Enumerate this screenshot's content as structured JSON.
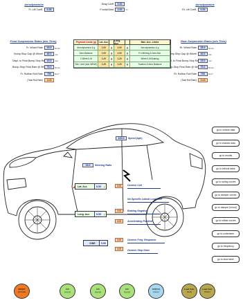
{
  "top": {
    "left": {
      "header": "Aerodynamics",
      "label": "Fr. Lift Coeff.",
      "value": "0.00"
    },
    "center": [
      {
        "label": "Drag Coeff",
        "value": "0.00"
      },
      {
        "label": "Frontal Area",
        "value": "2.00",
        "unit": "m²"
      }
    ],
    "right": {
      "header": "Aerodynamics",
      "label": "Rr. Lift Coeff.",
      "value": "0.00"
    }
  },
  "front_suspension": {
    "header": "Front Suspension Rates (w/o Tires)",
    "rows": [
      {
        "label": "Fr. Wheel Rate",
        "value": "25.0",
        "unit": "N/mm"
      },
      {
        "label": "Bump-Stop Gap @ Wheel",
        "value": "40.0",
        "unit": "mm"
      },
      {
        "label": "Displ. to Final Bump-Stop Rate",
        "value": "15.0",
        "unit": "mm"
      },
      {
        "label": "Bump-Stop Final Rate @ Wheel",
        "value": "75.0",
        "unit": "N/mm"
      },
      {
        "label": "Fr. Rollbar Roll Rate",
        "value": "700",
        "unit": "Nm/°"
      }
    ],
    "tire_label": "(Total Roll Rate)",
    "tire_value": "1140"
  },
  "rear_suspension": {
    "header": "Rear Suspension Rates (w/o Tires)",
    "rows": [
      {
        "label": "Rr. Wheel Rate",
        "value": "25.0",
        "unit": "N/mm"
      },
      {
        "label": "Bump-Stop Gap @ Wheel",
        "value": "40.0",
        "unit": "mm"
      },
      {
        "label": "Displ. to Final Bump-Stop Rate",
        "value": "15.0",
        "unit": "mm"
      },
      {
        "label": "Bump-Stop Final Rate @ Wheel",
        "value": "75.0",
        "unit": "N/mm"
      },
      {
        "label": "Rr. Rollbar Roll Rate",
        "value": "700",
        "unit": "Nm/°"
      }
    ],
    "tire_label": "(Total Roll Rate)",
    "tire_value": "1140"
  },
  "center_table": {
    "headers": [
      "Physical Limits (g)",
      "Lat. Acc",
      "",
      "Long. Acc",
      "",
      "Max. Acc. Limits"
    ],
    "rows": [
      {
        "name": "Aerodynamics & g",
        "lat": "1.00",
        "lat_ref": "g",
        "long": "1.00",
        "long_ref": "g",
        "desc": "Aerodynamics & g"
      },
      {
        "name": "Aero Balance",
        "lat": "1.00",
        "lat_ref": "g",
        "long": "1.00",
        "long_ref": "g",
        "desc": "Fr Lift/Drag & Aero Bal."
      },
      {
        "name": "2 Wheel Lift",
        "lat": "1.20",
        "lat_ref": "g",
        "long": "1.20",
        "long_ref": "g",
        "desc": "Wheel Lift Braking"
      },
      {
        "name": "Bot. Limit (due dW/W)",
        "lat": "1.20",
        "lat_ref": "g",
        "long": "1.20",
        "long_ref": "g",
        "desc": "Traction & Aero Balance"
      }
    ]
  },
  "car": {
    "speed": {
      "value": "100.0",
      "label": "Speed (kph)"
    },
    "steering": {
      "value": "15.0",
      "label": "Steering Ratio"
    },
    "lat_acc": {
      "label": "Lat. Acc",
      "value": "0.00",
      "unit": "g"
    },
    "long_acc": {
      "label": "Long. Acc",
      "value": "0.00",
      "unit": "g"
    },
    "sine": {
      "label": "SINE",
      "value": "0.00"
    },
    "lat_side_value": "0.00",
    "long_side_values": [
      "0.00",
      "0.00"
    ],
    "sine_side_values": [
      "0.00",
      "0.00"
    ],
    "descriptions": [
      "Generic Cell",
      "No Specific Lateral Loadcase",
      "Braking Negative",
      "Accelerating Positive",
      "Generic Freq. Response",
      "Generic Step Steer"
    ]
  },
  "side_buttons": [
    "go to vehicle data",
    "go to chassis data",
    "go to results",
    "go to vehicle table",
    "go to spring curves",
    "go to damper curves",
    "go to damper (in/out)",
    "go to rollbar curves",
    "go to understeer",
    "go to frequency",
    "go to slow steer"
  ],
  "bottom_buttons": [
    {
      "line1": "RESET",
      "line2": "(all data)",
      "color": "#f07a24"
    },
    {
      "line1": "GO",
      "line2": "(g-g-g)",
      "color": "#a9e07a"
    },
    {
      "line1": "GO",
      "line2": "(g-g-g)",
      "color": "#a9e07a"
    },
    {
      "line1": "GO",
      "line2": "(g-g-g)",
      "color": "#a9e07a"
    },
    {
      "line1": "GO(F/A)",
      "line2": "(ramp)",
      "color": "#a8d8f0"
    },
    {
      "line1": "Load Calc.",
      "line2": "(Roll)",
      "color": "#b8a74e"
    },
    {
      "line1": "Load Calc.",
      "line2": "(Pitch)",
      "color": "#b8a74e"
    }
  ]
}
